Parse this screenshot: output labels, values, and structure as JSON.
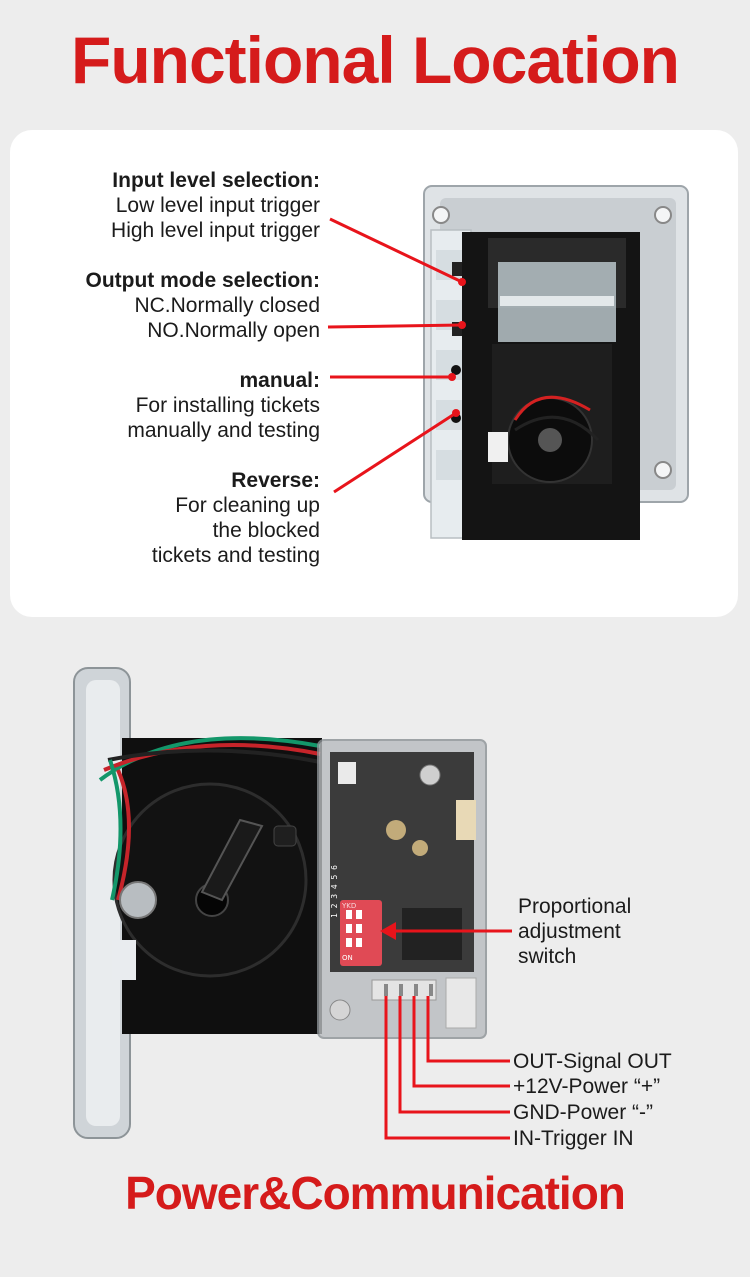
{
  "titles": {
    "top": "Functional Location",
    "bottom": "Power&Communication"
  },
  "functional": {
    "input_level": {
      "heading": "Input level selection:",
      "lines": [
        "Low level input trigger",
        "High level input trigger"
      ]
    },
    "output_mode": {
      "heading": "Output mode selection:",
      "lines": [
        "NC.Normally closed",
        "NO.Normally open"
      ]
    },
    "manual": {
      "heading": "manual:",
      "lines": [
        "For installing tickets",
        "manually and testing"
      ]
    },
    "reverse": {
      "heading": "Reverse:",
      "lines": [
        "For cleaning up",
        "the blocked",
        "tickets and testing"
      ]
    }
  },
  "power": {
    "proportional": [
      "Proportional",
      "adjustment",
      "switch"
    ],
    "wires": [
      "OUT-Signal OUT",
      "+12V-Power “+”",
      "GND-Power “-”",
      "IN-Trigger IN"
    ],
    "dip_label": "YKD",
    "dip_numbers": "1 2 3 4 5 6",
    "dip_on": "ON"
  },
  "colors": {
    "accent": "#d51b1b",
    "leader": "#e8141b"
  }
}
